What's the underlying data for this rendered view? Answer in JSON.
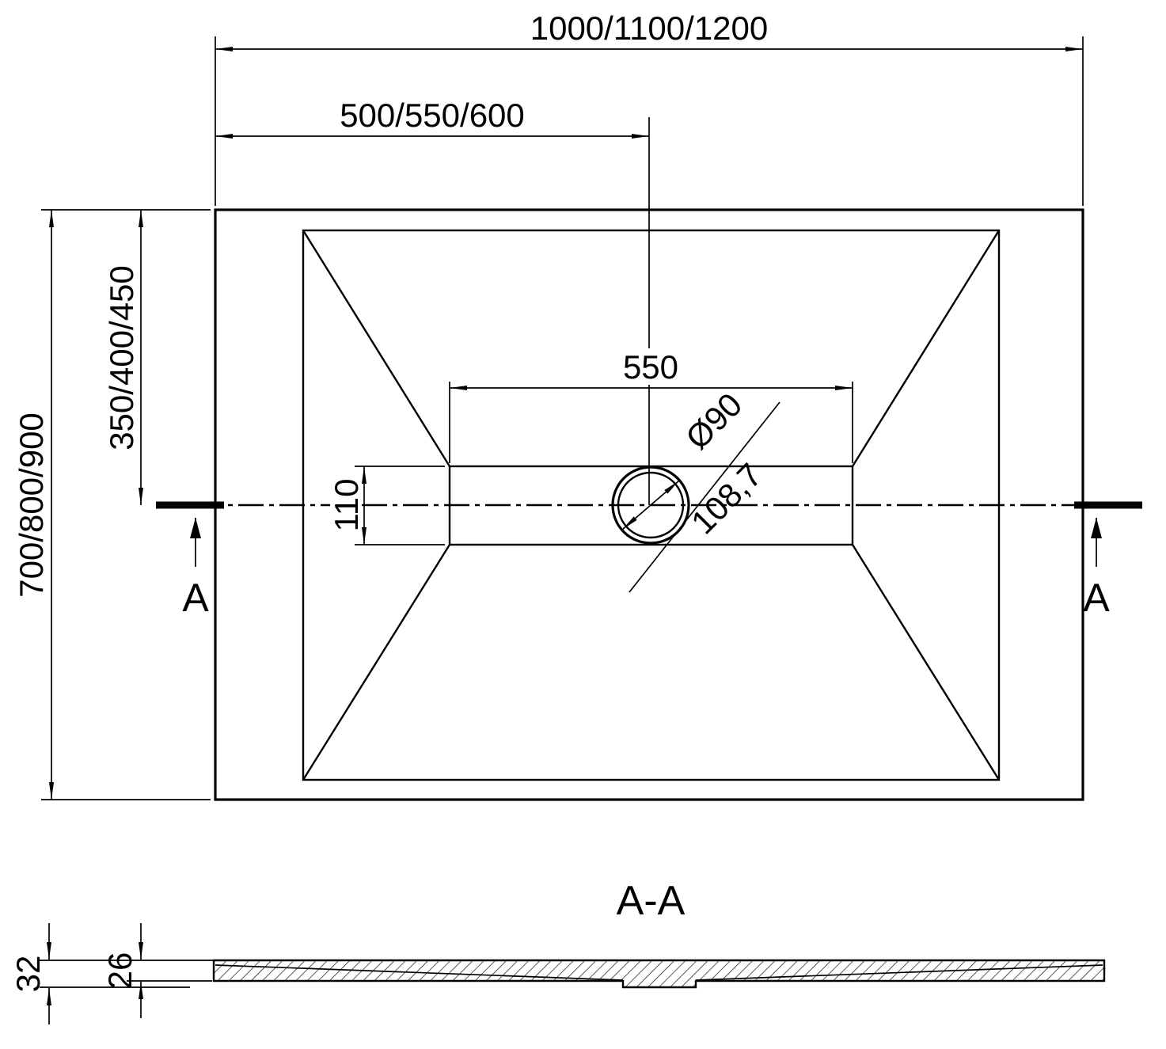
{
  "drawing": {
    "colors": {
      "line": "#000000",
      "background": "#ffffff"
    }
  },
  "top_view": {
    "dims": {
      "total_width": "1000/1100/1200",
      "half_width": "500/550/600",
      "total_height": "700/800/900",
      "half_height": "350/400/450",
      "flat_width": "550",
      "flat_height": "110",
      "drain_diameter": "Ø90",
      "diagonal": "108,7"
    },
    "cut_labels": {
      "left": "A",
      "right": "A"
    }
  },
  "section_view": {
    "title": "A-A",
    "dims": {
      "total_thickness": "32",
      "tray_thickness": "26"
    }
  }
}
